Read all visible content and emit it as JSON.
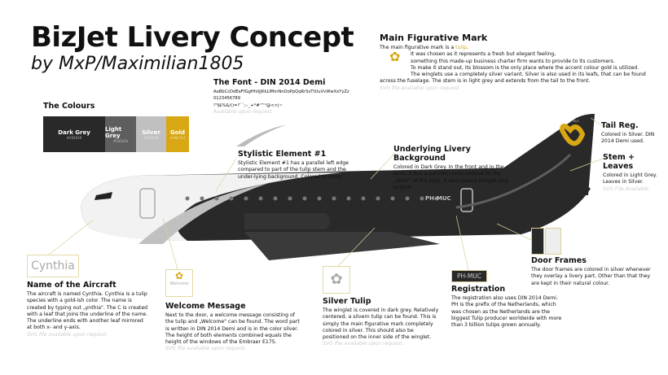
{
  "title": "BizJet Livery Concept",
  "subtitle": "by MxP/Maximilian1805",
  "colours": {
    "heading": "The Colours",
    "swatches": [
      {
        "name": "Dark Grey",
        "hex": "#292929"
      },
      {
        "name": "Light Grey",
        "hex": "#5e5e5e"
      },
      {
        "name": "Silver",
        "hex": "#c0c0c0"
      },
      {
        "name": "Gold",
        "hex": "#d9a714"
      }
    ]
  },
  "font": {
    "heading": "The Font - DIN 2014 Demi",
    "line1": "AaBbCcDdEeFfGgHhIiJjKkLlMmNnOoPpQqRrSsTtUuVvWwXxYyZz",
    "line2": "0123456789",
    "line3": "!\"§$%&/()=?`´;:-_+*#'^°@<>|~",
    "note": "Available upon request."
  },
  "mark": {
    "heading": "Main Figurative Mark",
    "intro": "The main figurative mark is a ",
    "intro_word": "tulip",
    "intro_end": ".",
    "lines": [
      "It was chosen as it represents a fresh but elegant feeling,",
      "something this made-up business charter firm wants to provide to its customers.",
      "To make it stand out, its blossom is the only place where the accent colour gold is utilized.",
      "The winglets use a completely silver variant. Silver is also used in its leafs, that can be found"
    ],
    "last": "across the fuselage. The stem is in light grey and extends from the tail to the front.",
    "note": "SVG file available upon request."
  },
  "stylistic": {
    "heading": "Stylistic Element #1",
    "text": "Stylistic Element #1 has a parallel left edge compared to part of the tulip stem and the under-lying background. Colored in silver."
  },
  "background": {
    "heading": "Underlying Livery Background",
    "text": "Colored in Dark Grey. In the front and in the back, it has a parallel curve relative to the „stem\" of the tulip. It also covers winglet and engine."
  },
  "tailreg": {
    "heading": "Tail Reg.",
    "text": "Colored in Silver. DIN 2014 Demi used.",
    "label": "MUC"
  },
  "stem": {
    "heading": "Stem + Leaves",
    "text": "Colored in Light Grey. Leaves in Silver.",
    "note": "SVG File Available."
  },
  "aircraft": {
    "registration": "PH-MUC"
  },
  "name": {
    "logo": "Cynthia",
    "heading": "Name of the Aircraft",
    "text": "The aircraft is named Cynthia. Cynthia is a tulip species with a gold-ish color. The name is created by typing out „ynthia\". The C is created with a leaf that joins the underline of the name. The underline ends with another leaf mirrored at both x- and y-axis.",
    "note": "SVG file available upon request."
  },
  "welcome": {
    "logo": "Welcome",
    "heading": "Welcome Message",
    "text": "Next to the door, a welcome message consisting of the tulip and „Welcome\" can be found. The word part is written in DIN 2014 Demi and is in the color silver. The height of both elements combined equals the height of the windows of the Embraer E175.",
    "note": "SVG file available upon request."
  },
  "tulip": {
    "heading": "Silver Tulip",
    "text": "The winglet is covered in dark grey. Relatively centered, a silvern tulip can be found. This is simply the main figurative mark completely colored in silver. This should also be positioned on the inner side of the winglet.",
    "note": "SVG file available upon request."
  },
  "registration": {
    "badge": "PH-MUC",
    "heading": "Registration",
    "text": "The registration also uses DIN 2014 Demi. PH is the prefix of the Netherlands, which was chosen as the Netherlands are the biggest Tulip producer worldwide with more than 3 billion tulips grown annually."
  },
  "doors": {
    "heading": "Door Frames",
    "text": "The door frames are colored in silver whenever they overlay a livery part. Other than that they are kept in their natural colour."
  }
}
